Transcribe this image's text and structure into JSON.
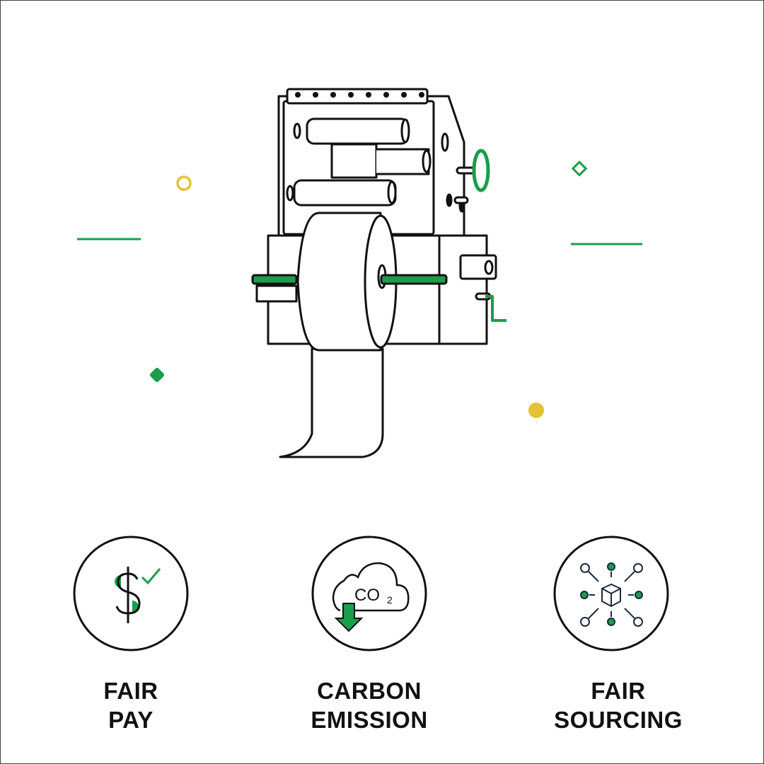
{
  "colors": {
    "accent_green": "#1a9e4b",
    "accent_yellow": "#e3c233",
    "stroke": "#111111"
  },
  "illustration": {
    "icon": "label-printer-machine-icon"
  },
  "features": [
    {
      "icon": "dollar-check-icon",
      "line1": "FAIR",
      "line2": "PAY"
    },
    {
      "icon": "co2-cloud-down-icon",
      "line1": "CARBON",
      "line2": "EMISSION",
      "co2_text": "CO",
      "co2_sub": "2"
    },
    {
      "icon": "sourcing-network-icon",
      "line1": "FAIR",
      "line2": "SOURCING"
    }
  ]
}
